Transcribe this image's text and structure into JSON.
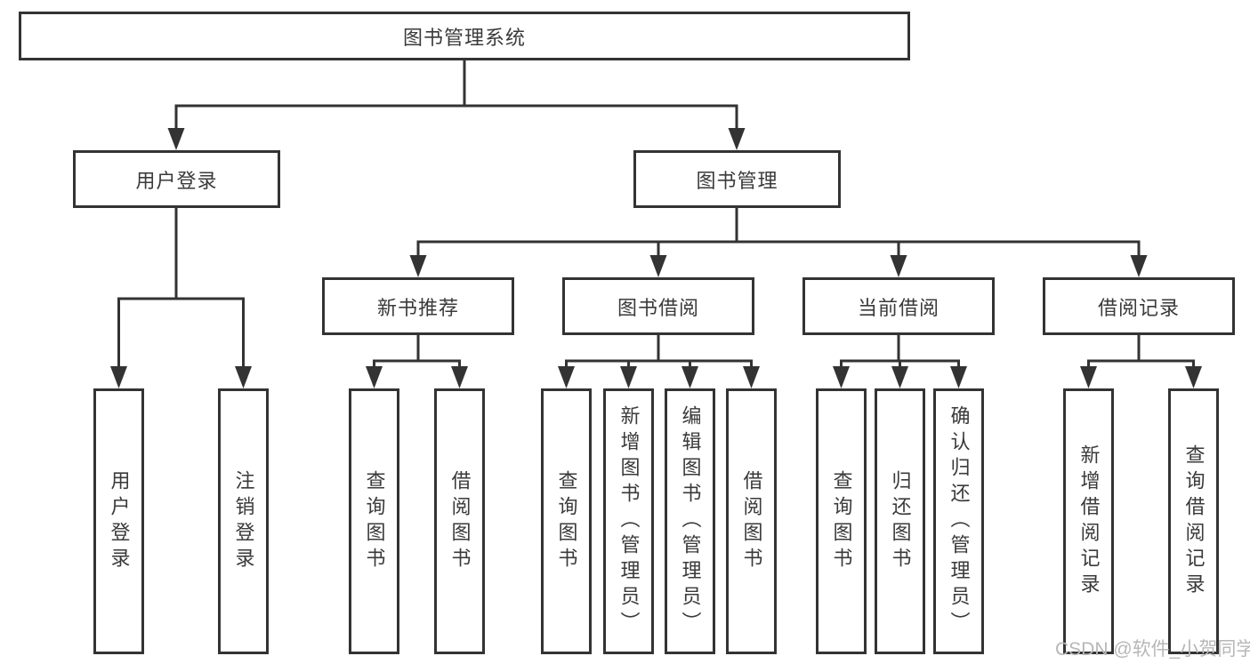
{
  "diagram": {
    "type": "hierarchy-tree",
    "nodes": {
      "root": "图书管理系统",
      "user_login": "用户登录",
      "book_mgmt": "图书管理",
      "new_book_rec": "新书推荐",
      "book_borrow": "图书借阅",
      "current_borrow": "当前借阅",
      "borrow_records": "借阅记录",
      "leaves": {
        "login_user_login": "用户登录",
        "login_logout": "注销登录",
        "rec_query_book": "查询图书",
        "rec_borrow_book": "借阅图书",
        "bor_query_book": "查询图书",
        "bor_add_book": "新增图书（管理员）",
        "bor_edit_book": "编辑图书（管理员）",
        "bor_borrow_book": "借阅图书",
        "cur_query_book": "查询图书",
        "cur_return_book": "归还图书",
        "cur_confirm_return": "确认归还（管理员）",
        "log_add_record": "新增借阅记录",
        "log_query_record": "查询借阅记录"
      }
    },
    "colors": {
      "line": "#333333",
      "box_border": "#333333",
      "text": "#3a3a3a",
      "box_background": "#ffffff",
      "watermark": "#b7b7b7"
    },
    "watermark": "CSDN @软件_小贺同学"
  }
}
